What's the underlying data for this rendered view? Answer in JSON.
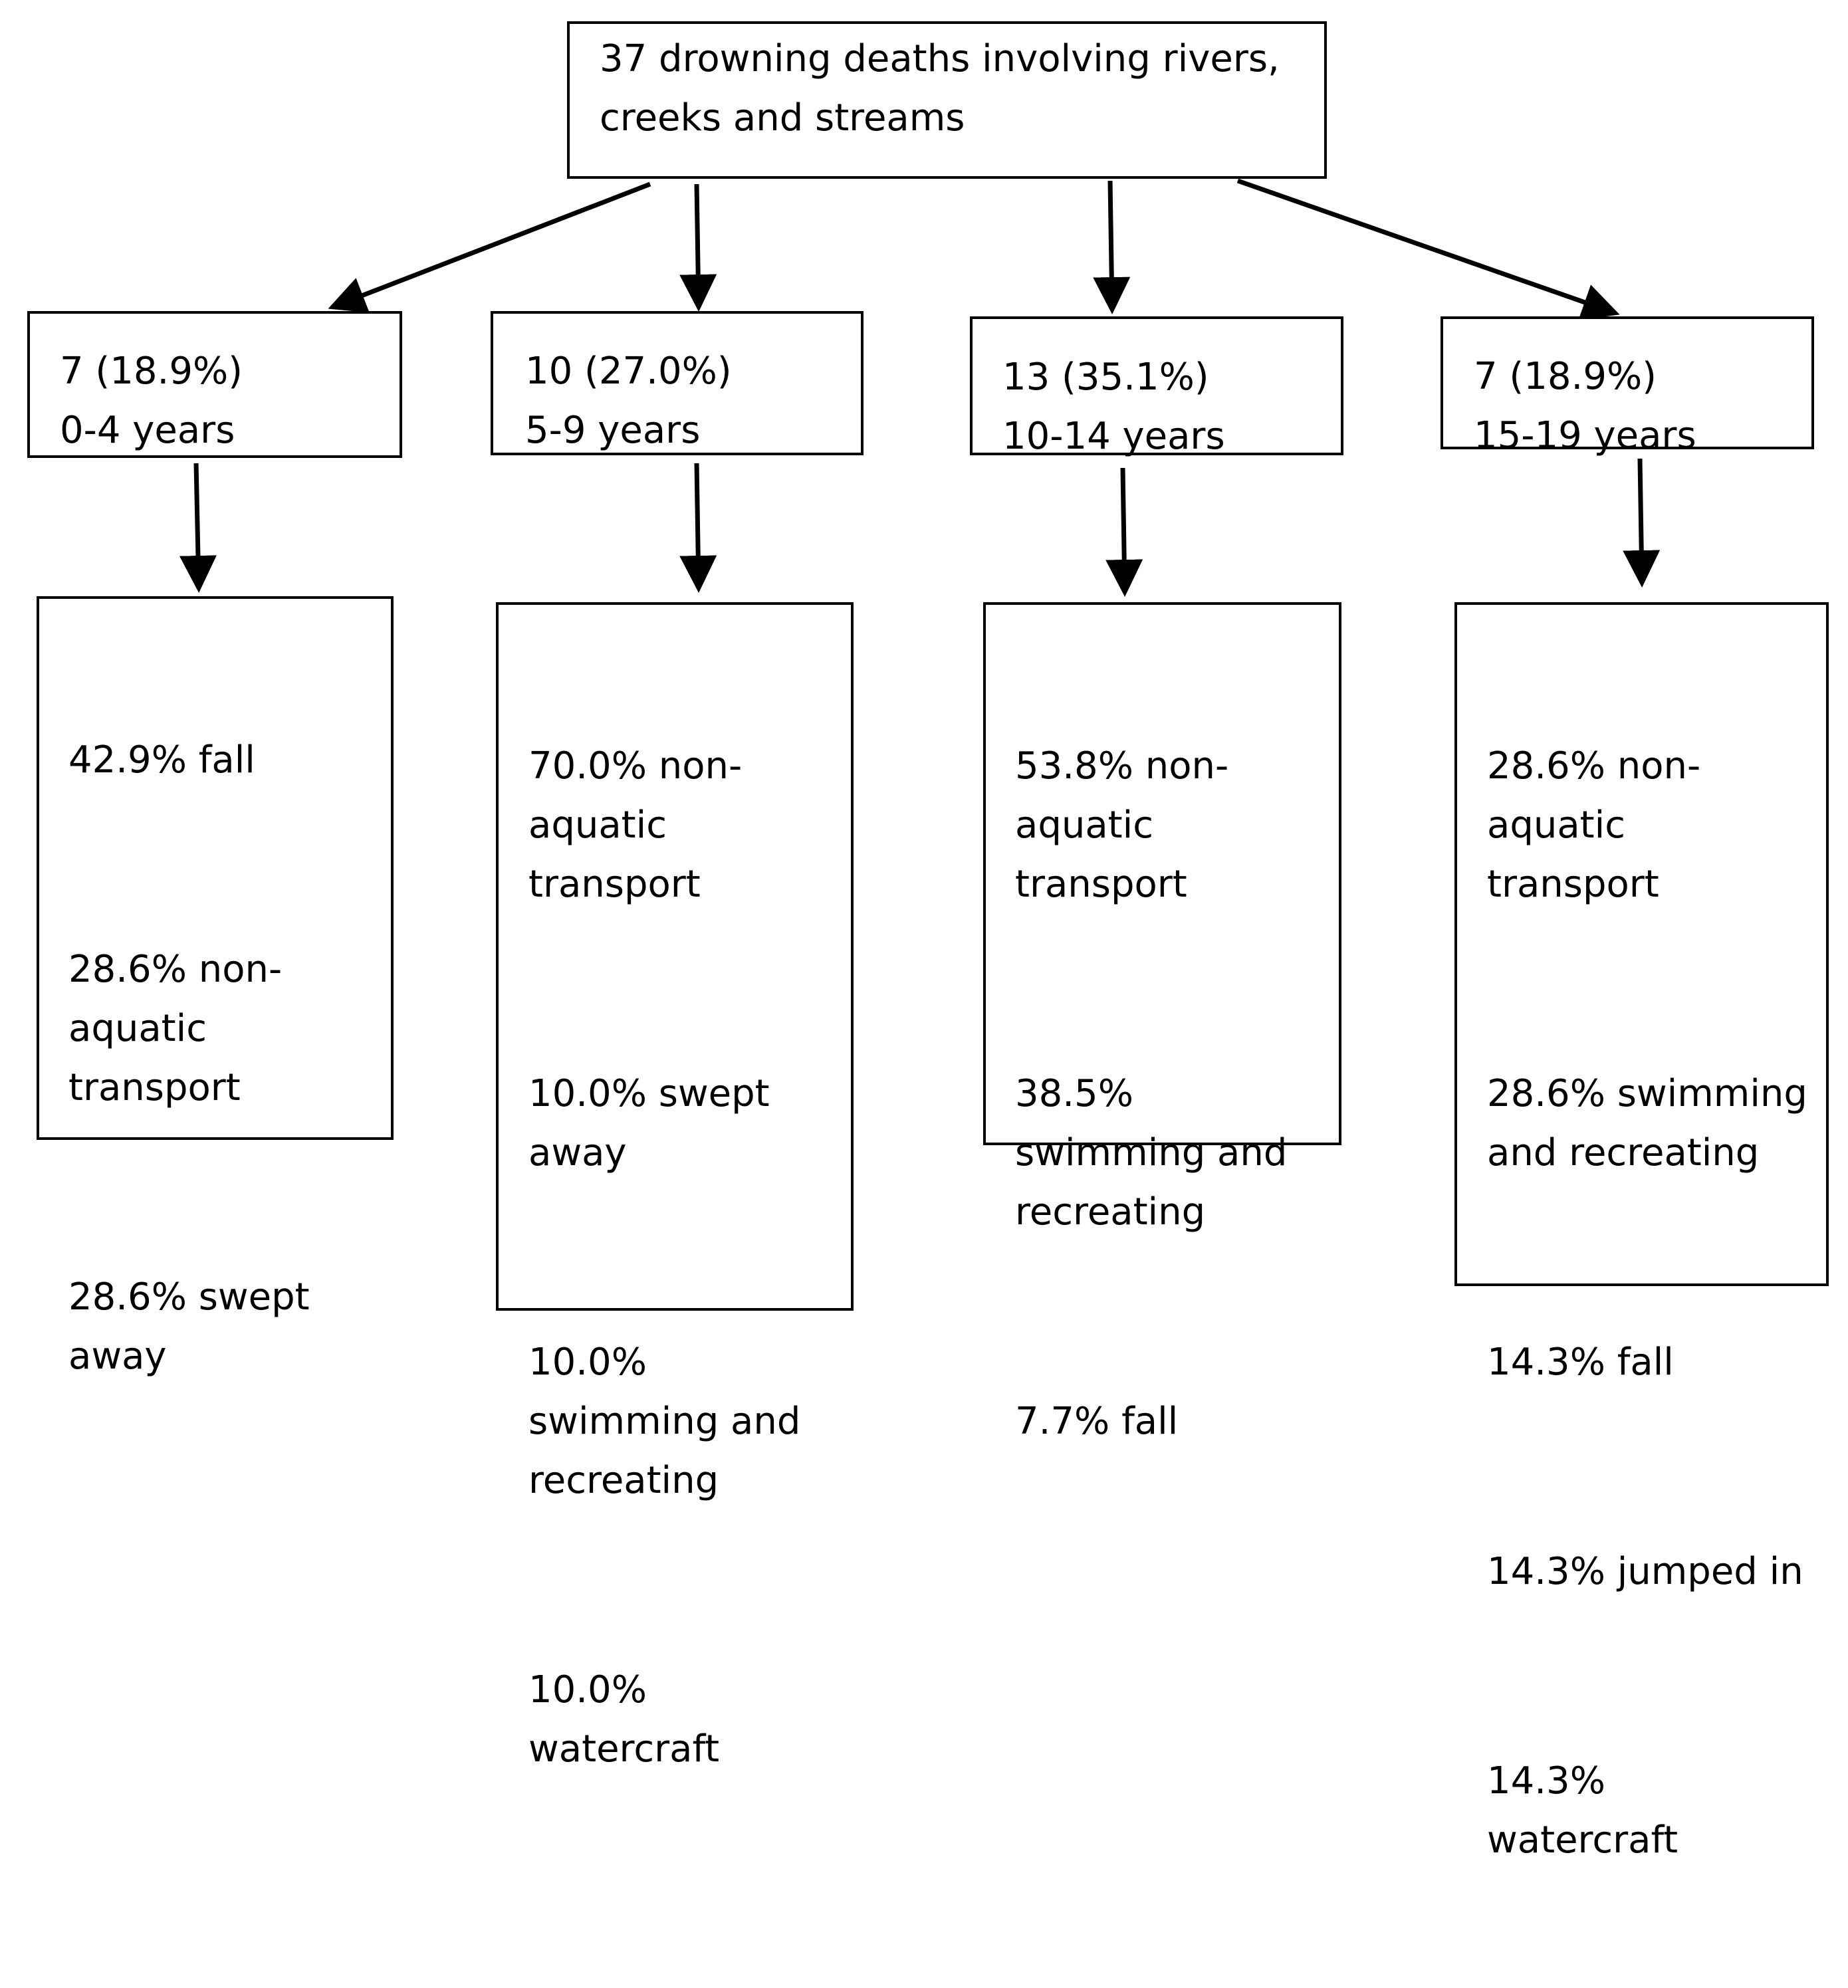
{
  "root": {
    "line1": "37 drowning deaths involving rivers,",
    "line2": "creeks and streams"
  },
  "age_groups": [
    {
      "count": "7 (18.9%)",
      "label": "0-4 years",
      "outcomes": [
        "42.9% fall",
        "28.6% non-\naquatic\ntransport",
        "28.6% swept\naway"
      ]
    },
    {
      "count": "10 (27.0%)",
      "label": "5-9 years",
      "outcomes": [
        "70.0% non-\naquatic\ntransport",
        "10.0% swept\naway",
        "10.0%\nswimming and\nrecreating",
        "10.0%\nwatercraft"
      ]
    },
    {
      "count": "13 (35.1%)",
      "label": "10-14 years",
      "outcomes": [
        "53.8% non-\naquatic\ntransport",
        "38.5%\nswimming and\nrecreating",
        "7.7% fall"
      ]
    },
    {
      "count": "7 (18.9%)",
      "label": "15-19 years",
      "outcomes": [
        "28.6% non-\naquatic\ntransport",
        "28.6% swimming\nand recreating",
        "14.3% fall",
        "14.3% jumped in",
        "14.3%\nwatercraft"
      ]
    }
  ]
}
